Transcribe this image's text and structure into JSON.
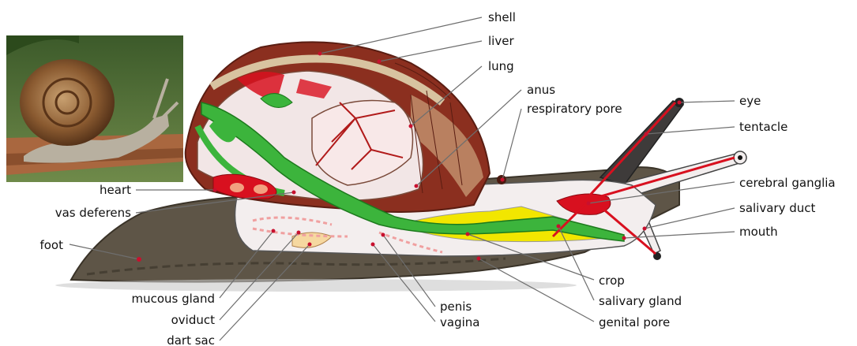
{
  "labels": {
    "shell": "shell",
    "liver": "liver",
    "lung": "lung",
    "anus": "anus",
    "respiratory_pore": "respiratory pore",
    "eye": "eye",
    "tentacle": "tentacle",
    "cerebral_ganglia": "cerebral ganglia",
    "salivary_duct": "salivary duct",
    "mouth": "mouth",
    "heart": "heart",
    "vas_deferens": "vas deferens",
    "foot": "foot",
    "mucous_gland": "mucous gland",
    "oviduct": "oviduct",
    "dart_sac": "dart sac",
    "penis": "penis",
    "vagina": "vagina",
    "crop": "crop",
    "salivary_gland": "salivary gland",
    "genital_pore": "genital pore"
  },
  "colors": {
    "body_dark": "#5e5547",
    "body_light": "#f3eeee",
    "shell_brown": "#8b2f1f",
    "shell_tan": "#d8c3a0",
    "organ_red": "#d8101f",
    "organ_green": "#3cb43c",
    "organ_yellow": "#f2e600",
    "leader": "#6e6e6e"
  }
}
